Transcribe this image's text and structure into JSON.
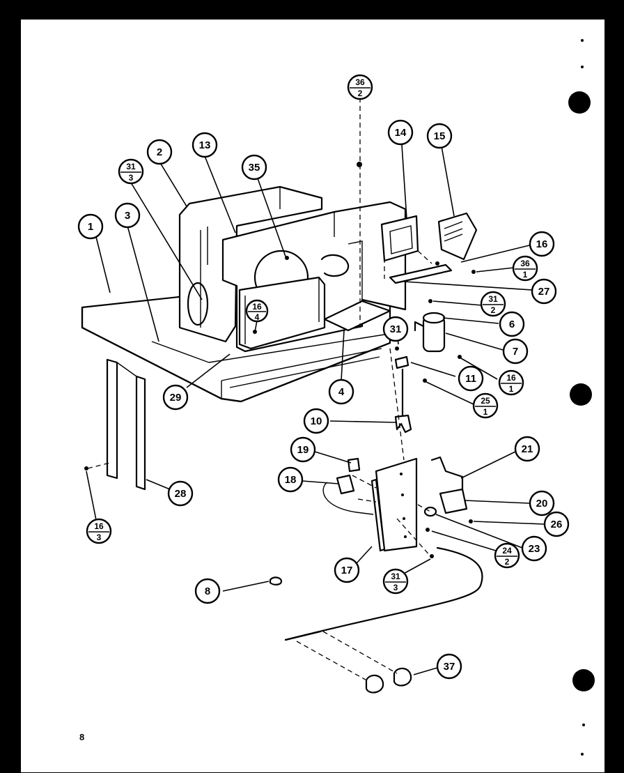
{
  "page_number": "8",
  "callouts": {
    "c1": "1",
    "c2": "2",
    "c3": "3",
    "c4": "4",
    "c6": "6",
    "c7": "7",
    "c8": "8",
    "c10": "10",
    "c11": "11",
    "c13": "13",
    "c14": "14",
    "c15": "15",
    "c16": "16",
    "c17": "17",
    "c18": "18",
    "c19": "19",
    "c20": "20",
    "c21": "21",
    "c23": "23",
    "c26": "26",
    "c27": "27",
    "c28": "28",
    "c29": "29",
    "c31": "31",
    "c35": "35",
    "c37": "37"
  },
  "fraction_callouts": {
    "f36_2": {
      "top": "36",
      "bottom": "2"
    },
    "f31_3a": {
      "top": "31",
      "bottom": "3"
    },
    "f16_4": {
      "top": "16",
      "bottom": "4"
    },
    "f36_1": {
      "top": "36",
      "bottom": "1"
    },
    "f31_2": {
      "top": "31",
      "bottom": "2"
    },
    "f16_1": {
      "top": "16",
      "bottom": "1"
    },
    "f25_1": {
      "top": "25",
      "bottom": "1"
    },
    "f16_3": {
      "top": "16",
      "bottom": "3"
    },
    "f24_2": {
      "top": "24",
      "bottom": "2"
    },
    "f31_3b": {
      "top": "31",
      "bottom": "3"
    }
  }
}
